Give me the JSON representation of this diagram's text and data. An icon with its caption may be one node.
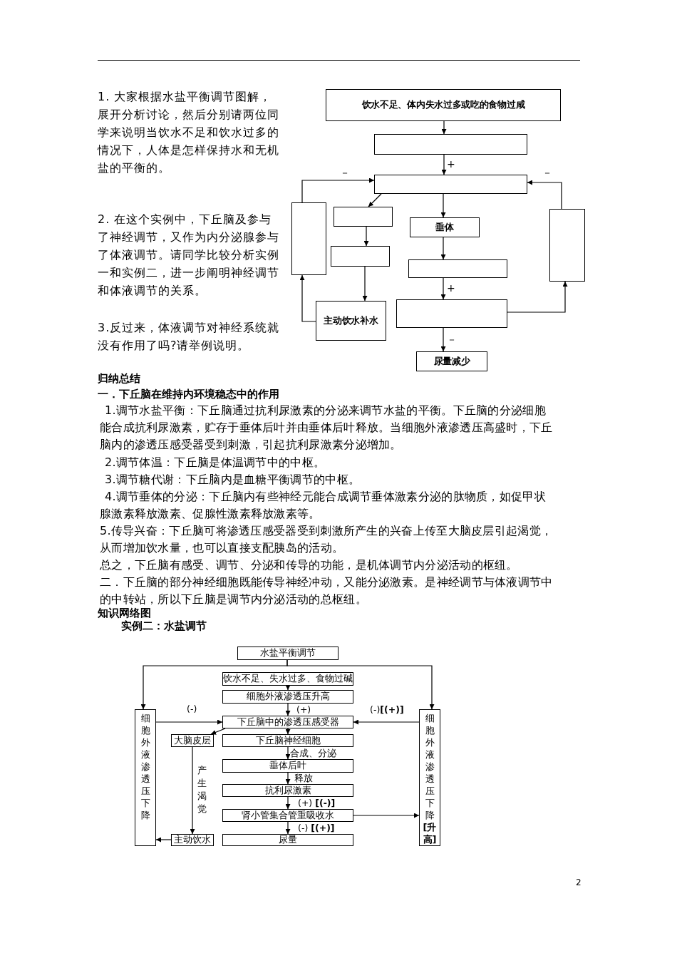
{
  "diagram": {
    "nodes": [
      {
        "text": [
          "饮水不足、体内失水过多或吃的食物过咸"
        ]
      },
      {
        "text": [],
        "shape": "box"
      },
      {
        "text": [],
        "shape": "box"
      },
      {
        "text": [],
        "shape": "box"
      },
      {
        "text": [],
        "shape": "box"
      },
      {
        "text": [
          "垂体"
        ]
      },
      {
        "text": [],
        "shape": "box"
      },
      {
        "text": [],
        "shape": "box"
      },
      {
        "text": [],
        "shape": "box"
      },
      {
        "text": [
          "主动饮水补水"
        ]
      },
      {
        "text": [],
        "shape": "box"
      },
      {
        "text": [
          "尿量减少"
        ]
      },
      {
        "text": [
          "水盐平衡调节"
        ]
      },
      {
        "text": [
          "饮水不足、失水过多、食物过碱"
        ]
      },
      {
        "text": [
          "细胞外液渗透压升高"
        ]
      },
      {
        "text": [
          "细胞外液渗透压下降"
        ]
      },
      {
        "text": [
          "下丘脑中的渗透压感受器"
        ]
      },
      {
        "text": [
          "细胞外液渗透压下降**[升高]**"
        ]
      },
      {
        "text": [
          "大脑皮层"
        ]
      },
      {
        "text": [
          "下丘脑神经细胞"
        ]
      },
      {
        "text": [
          "垂体后叶"
        ]
      },
      {
        "text": [
          "抗利尿激素"
        ]
      },
      {
        "text": [
          "肾小管集合管重吸收水"
        ]
      },
      {
        "text": [
          "主动饮水"
        ]
      },
      {
        "text": [
          "尿量"
        ]
      }
    ],
    "edges": [
      {
        "from": 0,
        "to": 1,
        "arrow": "to"
      },
      {
        "from": 1,
        "to": 2,
        "arrow": "to",
        "label": "+"
      },
      {
        "from": 3,
        "to": 2,
        "arrow": "to",
        "label": "－"
      },
      {
        "from": 6,
        "to": 2,
        "arrow": "to",
        "label": "－"
      },
      {
        "from": 2,
        "to": 4,
        "arrow": "to"
      },
      {
        "from": 2,
        "to": 5,
        "arrow": "to"
      },
      {
        "from": 4,
        "to": 7,
        "arrow": "to"
      },
      {
        "from": 7,
        "to": 9,
        "arrow": "to"
      },
      {
        "from": 9,
        "to": 3,
        "arrow": "to"
      },
      {
        "from": 5,
        "to": 8,
        "arrow": "to"
      },
      {
        "from": 8,
        "to": 10,
        "arrow": "to",
        "label": "+"
      },
      {
        "from": 10,
        "to": 6,
        "arrow": "to"
      },
      {
        "from": 10,
        "to": 11,
        "arrow": "to",
        "label": "－"
      },
      {
        "from": 12,
        "to": 15,
        "arrow": "to"
      },
      {
        "from": 12,
        "to": 17,
        "arrow": "to"
      },
      {
        "from": 13,
        "to": 14,
        "arrow": "to"
      },
      {
        "from": 14,
        "to": 16,
        "arrow": "to",
        "label": "(+)"
      },
      {
        "from": 15,
        "to": 16,
        "arrow": "to",
        "label": "(-)"
      },
      {
        "from": 17,
        "to": 16,
        "arrow": "to",
        "label": "(-)**[(+)]**"
      },
      {
        "from": 16,
        "to": 18,
        "arrow": "to"
      },
      {
        "from": 16,
        "to": 19,
        "arrow": "to"
      },
      {
        "from": 19,
        "to": 20,
        "arrow": "to",
        "label": "合成、分泌"
      },
      {
        "from": 20,
        "to": 21,
        "arrow": "to",
        "label": "释放"
      },
      {
        "from": 21,
        "to": 22,
        "arrow": "to",
        "label": "(+) **[(-)]**"
      },
      {
        "from": 22,
        "to": 24,
        "arrow": "to",
        "label": "(-) **[(+)]**"
      },
      {
        "from": 22,
        "to": 17,
        "arrow": "to"
      },
      {
        "from": 18,
        "to": 23,
        "arrow": "to",
        "label": "产生渴觉"
      },
      {
        "from": 23,
        "to": 15,
        "arrow": "to"
      }
    ],
    "labels": [
      "1. 大家根据水盐平衡调节图解，展开分析讨论，然后分别请两位同学来说明当饮水不足和饮水过多的情况下，人体是怎样保持水和无机盐的平衡的。",
      "2. 在这个实例中，下丘脑及参与了神经调节，又作为内分泌腺参与了体液调节。请同学比较分析实例一和实例二，进一步阐明神经调节和体液调节的关系。",
      "3.反过来，体液调节对神经系统就没有作用了吗?请举例说明。",
      "归纳总结",
      "一．下丘脑在维持内环境稳态中的作用",
      "1.调节水盐平衡：下丘脑通过抗利尿激素的分泌来调节水盐的平衡。下丘脑的分泌细胞能合成抗利尿激素，贮存于垂体后叶并由垂体后叶释放。当细胞外液渗透压高盛时，下丘脑内的渗透压感受器受到刺激，引起抗利尿激素分泌增加。",
      "2.调节体温：下丘脑是体温调节中的中枢。",
      "3.调节糖代谢：下丘脑内是血糖平衡调节的中枢。",
      "4.调节垂体的分泌：下丘脑内有些神经元能合成调节垂体激素分泌的肽物质，如促甲状腺激素释放激素、促腺性激素释放激素等。",
      "5.传导兴奋：下丘脑可将渗透压感受器受到刺激所产生的兴奋上传至大脑皮层引起渴觉，从而增加饮水量，也可以直接支配胰岛的活动。",
      "总之，下丘脑有感受、调节、分泌和传导的功能，是机体调节内分泌活动的枢纽。",
      "二．下丘脑的部分神经细胞既能传导神经冲动，又能分泌激素。是神经调节与体液调节中的中转站，所以下丘脑是调节内分泌活动的总枢纽。",
      "知识网络图",
      "实例二：水盐调节",
      "2"
    ]
  }
}
